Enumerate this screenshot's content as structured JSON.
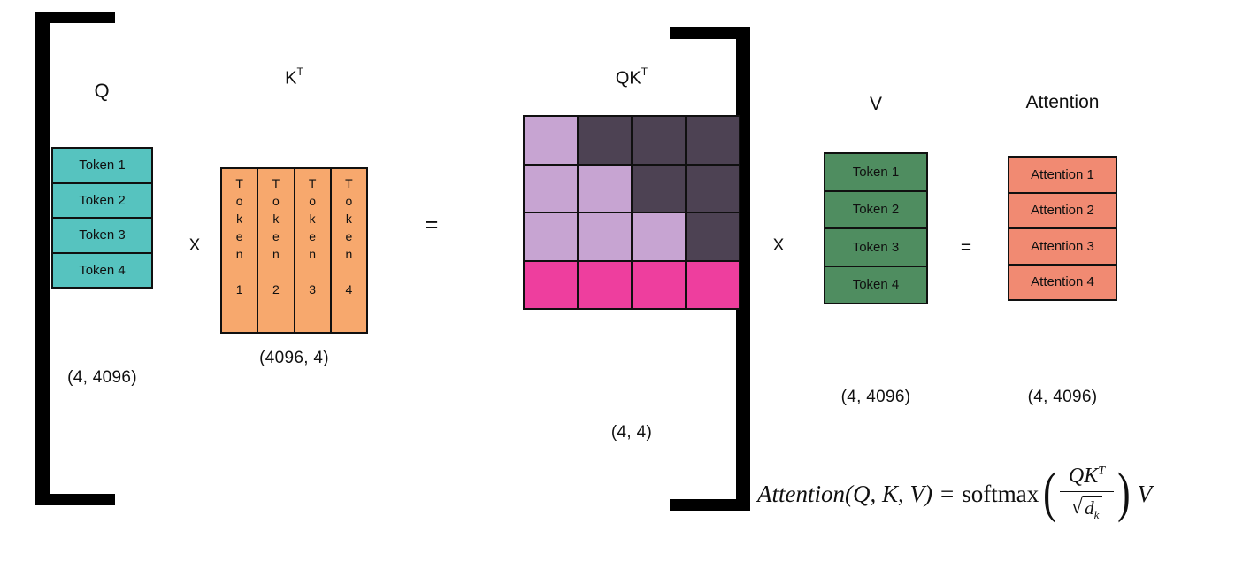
{
  "diagram": {
    "q": {
      "label": "Q",
      "rows": [
        "Token 1",
        "Token 2",
        "Token 3",
        "Token 4"
      ],
      "shape": "(4, 4096)",
      "fill": "#56c3bf"
    },
    "kt": {
      "label_base": "K",
      "label_sup": "T",
      "columns": [
        "Token 1",
        "Token 2",
        "Token 3",
        "Token 4"
      ],
      "shape": "(4096, 4)",
      "fill": "#f7a86d"
    },
    "qkt": {
      "label_base": "QK",
      "label_sup": "T",
      "shape": "(4, 4)",
      "mask": [
        [
          "unmasked",
          "masked",
          "masked",
          "masked"
        ],
        [
          "unmasked",
          "unmasked",
          "masked",
          "masked"
        ],
        [
          "unmasked",
          "unmasked",
          "unmasked",
          "masked"
        ],
        [
          "current",
          "current",
          "current",
          "current"
        ]
      ],
      "cell_colors": {
        "unmasked": "#c7a4d2",
        "masked": "#4d4253",
        "current": "#ee3e9e"
      }
    },
    "v": {
      "label": "V",
      "rows": [
        "Token 1",
        "Token 2",
        "Token 3",
        "Token 4"
      ],
      "shape": "(4, 4096)",
      "fill": "#4f8d60"
    },
    "attention": {
      "label": "Attention",
      "rows": [
        "Attention 1",
        "Attention 2",
        "Attention 3",
        "Attention 4"
      ],
      "shape": "(4, 4096)",
      "fill": "#f18a72"
    },
    "operators": {
      "multiply_1": "X",
      "equals_1": "=",
      "multiply_2": "X",
      "equals_2": "="
    }
  },
  "formula": {
    "lhs": "Attention(Q, K, V)",
    "equals": "=",
    "softmax": "softmax",
    "open_paren": "(",
    "close_paren": ")",
    "numerator_base": "QK",
    "numerator_sup": "T",
    "radical": "√",
    "denominator_base": "d",
    "denominator_sub": "k",
    "rhs": "V"
  }
}
